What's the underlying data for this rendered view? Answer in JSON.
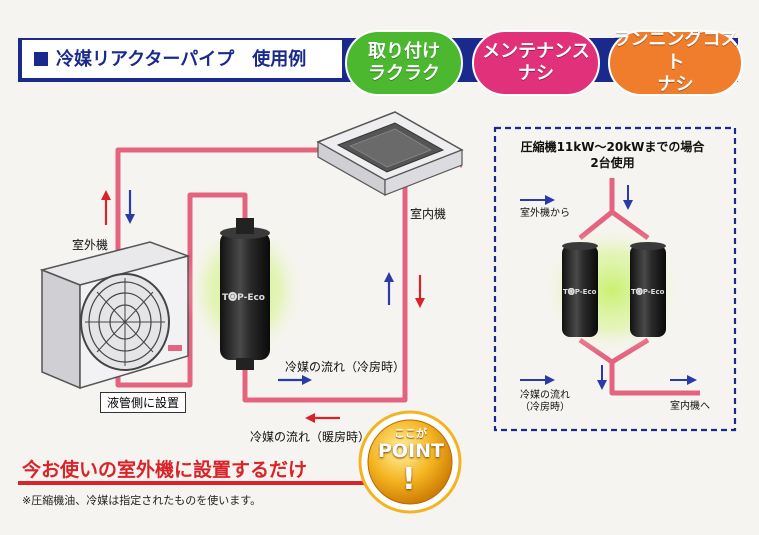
{
  "header": {
    "title": "冷媒リアクターパイプ　使用例"
  },
  "badges": [
    {
      "line1": "取り付け",
      "line2": "ラクラク",
      "color": "#4cb82f"
    },
    {
      "line1": "メンテナンス",
      "line2": "ナシ",
      "color": "#e0317a"
    },
    {
      "line1": "ランニングコスト",
      "line2": "ナシ",
      "color": "#ef7d2b"
    }
  ],
  "labels": {
    "outdoor_unit": "室外機",
    "indoor_unit": "室内機",
    "liquid_side": "液管側に設置",
    "flow_cooling": "冷媒の流れ（冷房時）",
    "flow_heating": "冷媒の流れ（暖房時）",
    "device_brand": "T🅞P-Eco"
  },
  "inset": {
    "title_line1": "圧縮機11kW〜20kWまでの場合",
    "title_line2": "2台使用",
    "from_outdoor": "室外機から",
    "flow_line1": "冷媒の流れ",
    "flow_line2": "（冷房時）",
    "to_indoor": "室内機へ"
  },
  "point": {
    "small": "ここが",
    "big": "POINT",
    "mark": "!"
  },
  "bottom": {
    "main": "今お使いの室外機に設置するだけ",
    "note": "※圧縮機油、冷媒は指定されたものを使います。"
  },
  "colors": {
    "navy": "#1a2a8c",
    "pipe": "#e4637f",
    "arrow_red": "#d8232a",
    "arrow_blue": "#2a3aa8"
  }
}
